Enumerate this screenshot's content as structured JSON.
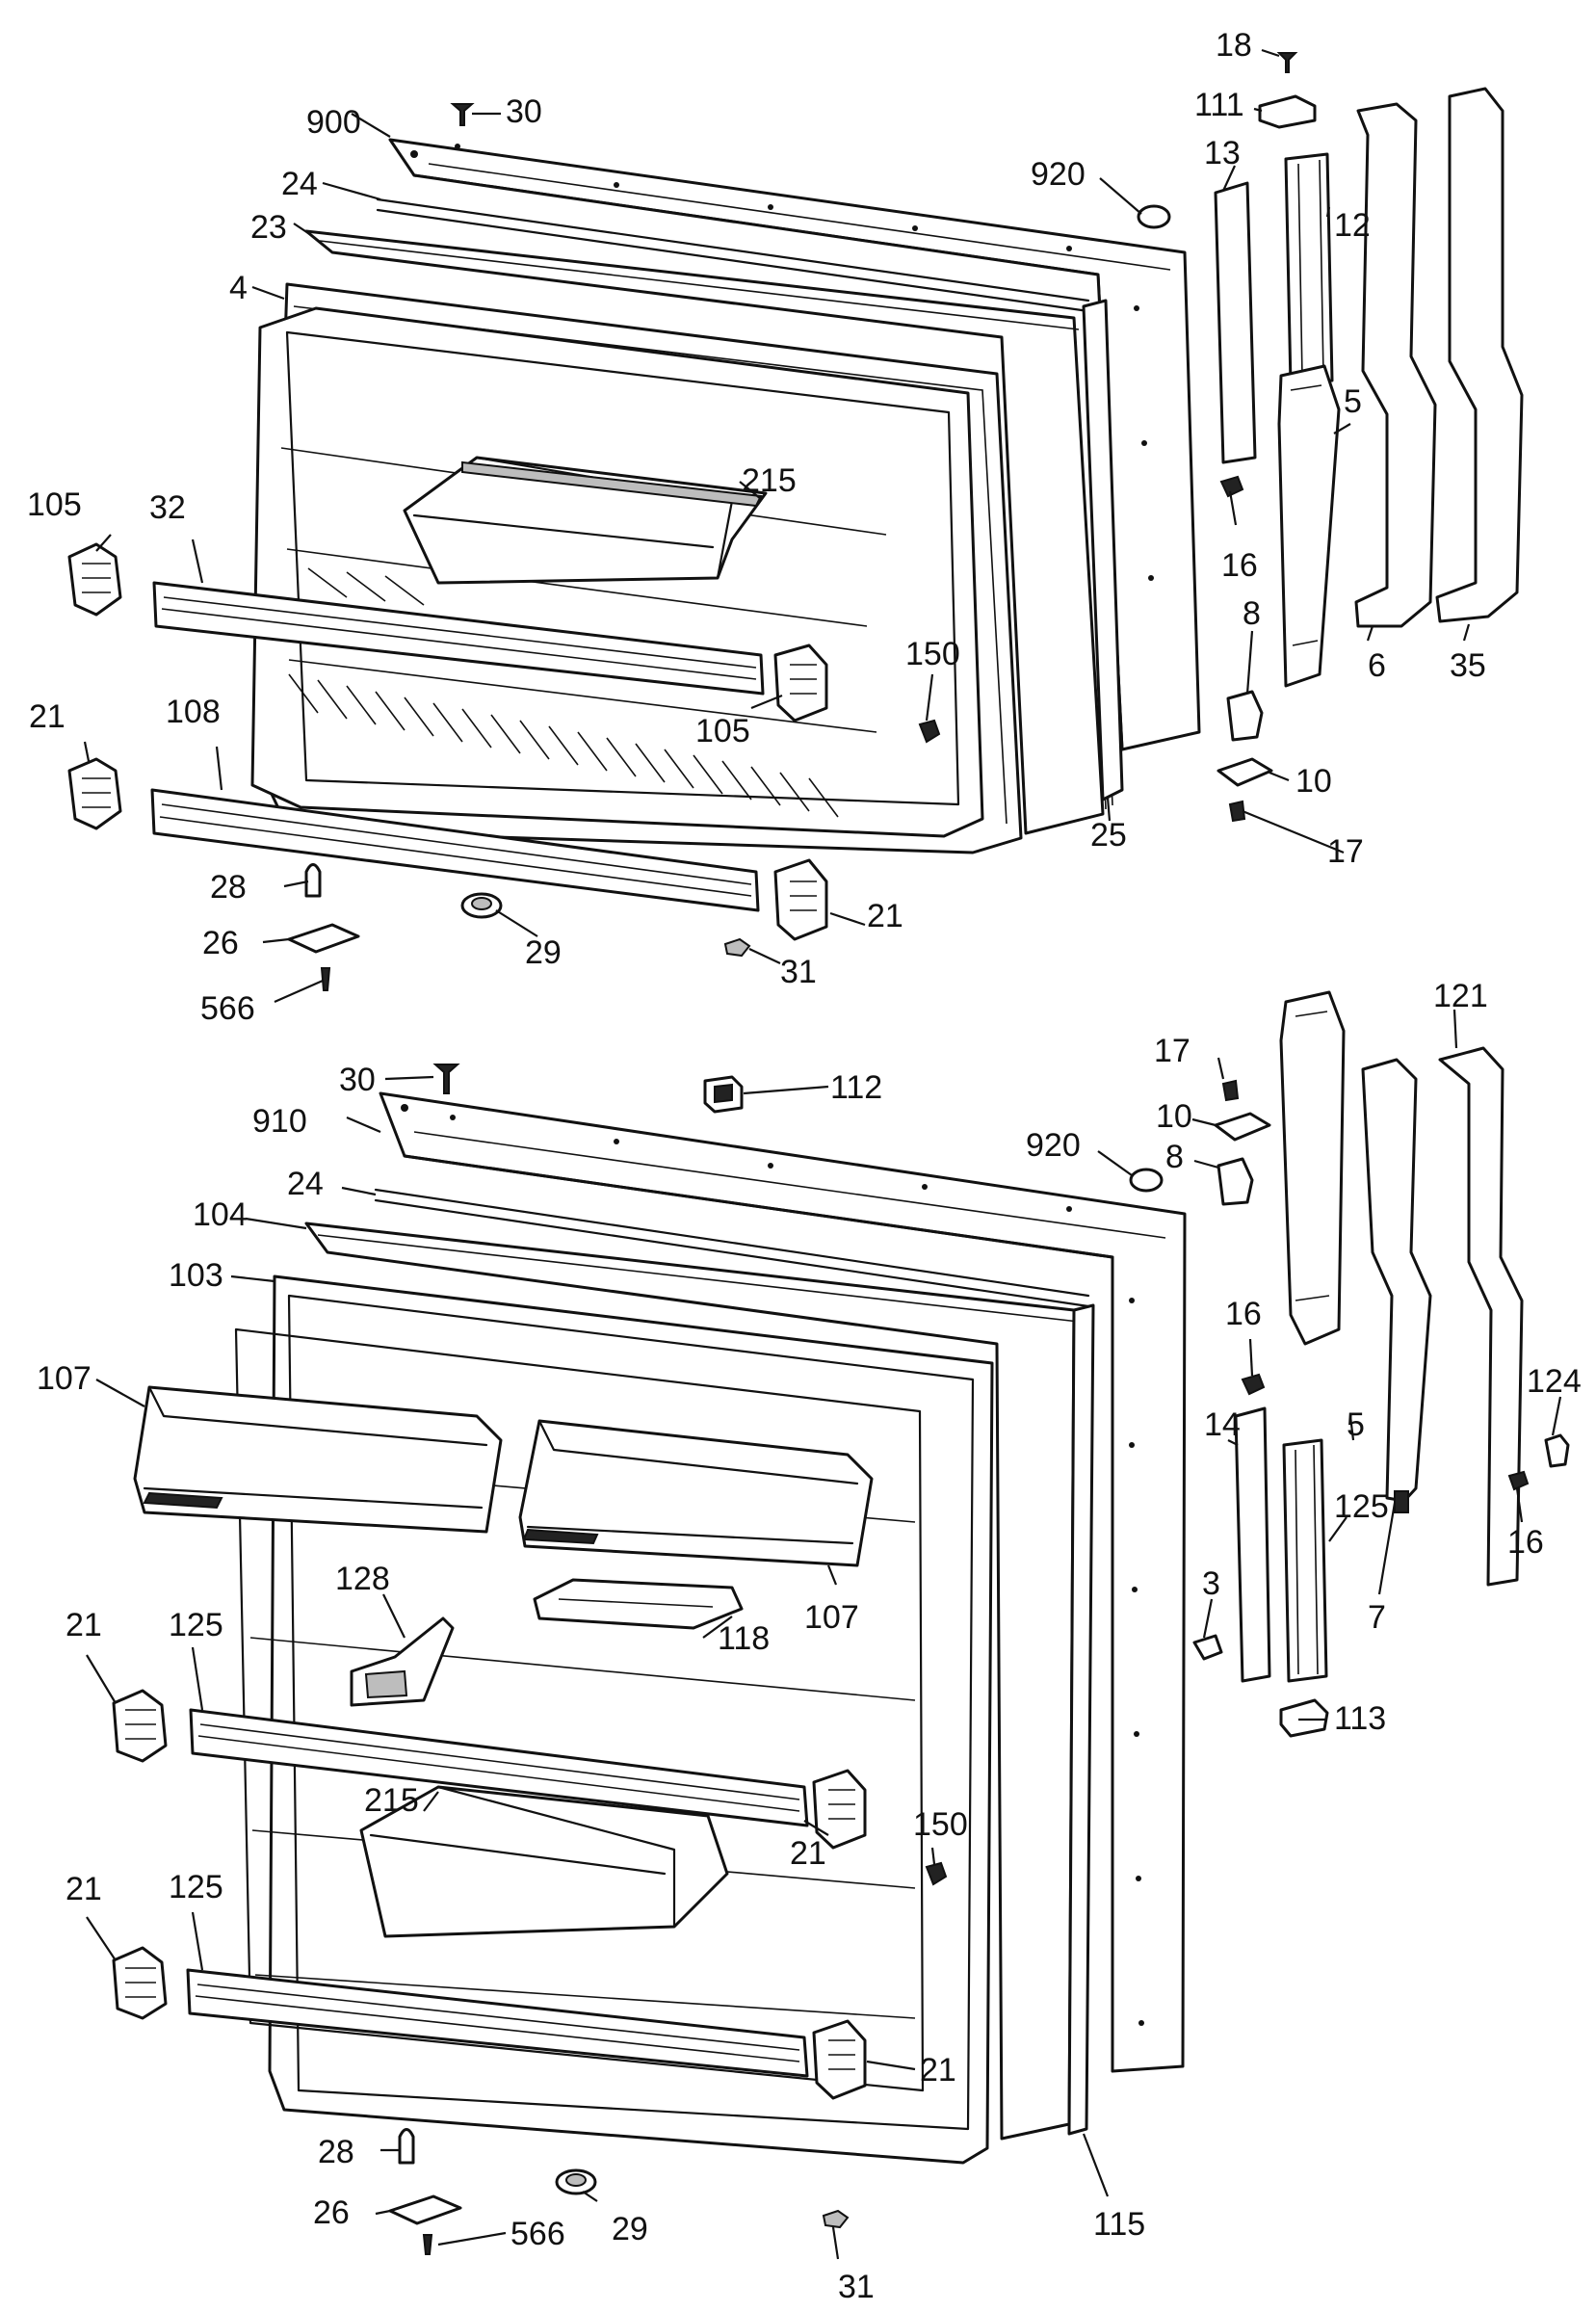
{
  "diagram": {
    "callouts": {
      "c900": "900",
      "c30a": "30",
      "c24a": "24",
      "c23": "23",
      "c4": "4",
      "c920a": "920",
      "c18": "18",
      "c111": "111",
      "c13": "13",
      "c12": "12",
      "c5a": "5",
      "c16a": "16",
      "c215a": "215",
      "c105a": "105",
      "c32": "32",
      "c105b": "105",
      "c150a": "150",
      "c8a": "8",
      "c6": "6",
      "c35": "35",
      "c21a": "21",
      "c108": "108",
      "c10a": "10",
      "c25": "25",
      "c17a": "17",
      "c28a": "28",
      "c21b": "21",
      "c26a": "26",
      "c29a": "29",
      "c31a": "31",
      "c566a": "566",
      "c30b": "30",
      "c112": "112",
      "c910": "910",
      "c17b": "17",
      "c121": "121",
      "c920b": "920",
      "c10b": "10",
      "c8b": "8",
      "c24b": "24",
      "c104": "104",
      "c103": "103",
      "c107a": "107",
      "c16b": "16",
      "c124": "124",
      "c14": "14",
      "c5b": "5",
      "c125a": "125",
      "c16c": "16",
      "c3": "3",
      "c7": "7",
      "c128": "128",
      "c118": "118",
      "c107b": "107",
      "c21c": "21",
      "c125b": "125",
      "c113": "113",
      "c150b": "150",
      "c215b": "215",
      "c21d": "21",
      "c21e": "21",
      "c125c": "125",
      "c21f": "21",
      "c28b": "28",
      "c29b": "29",
      "c115": "115",
      "c26b": "26",
      "c566b": "566",
      "c31b": "31"
    }
  }
}
